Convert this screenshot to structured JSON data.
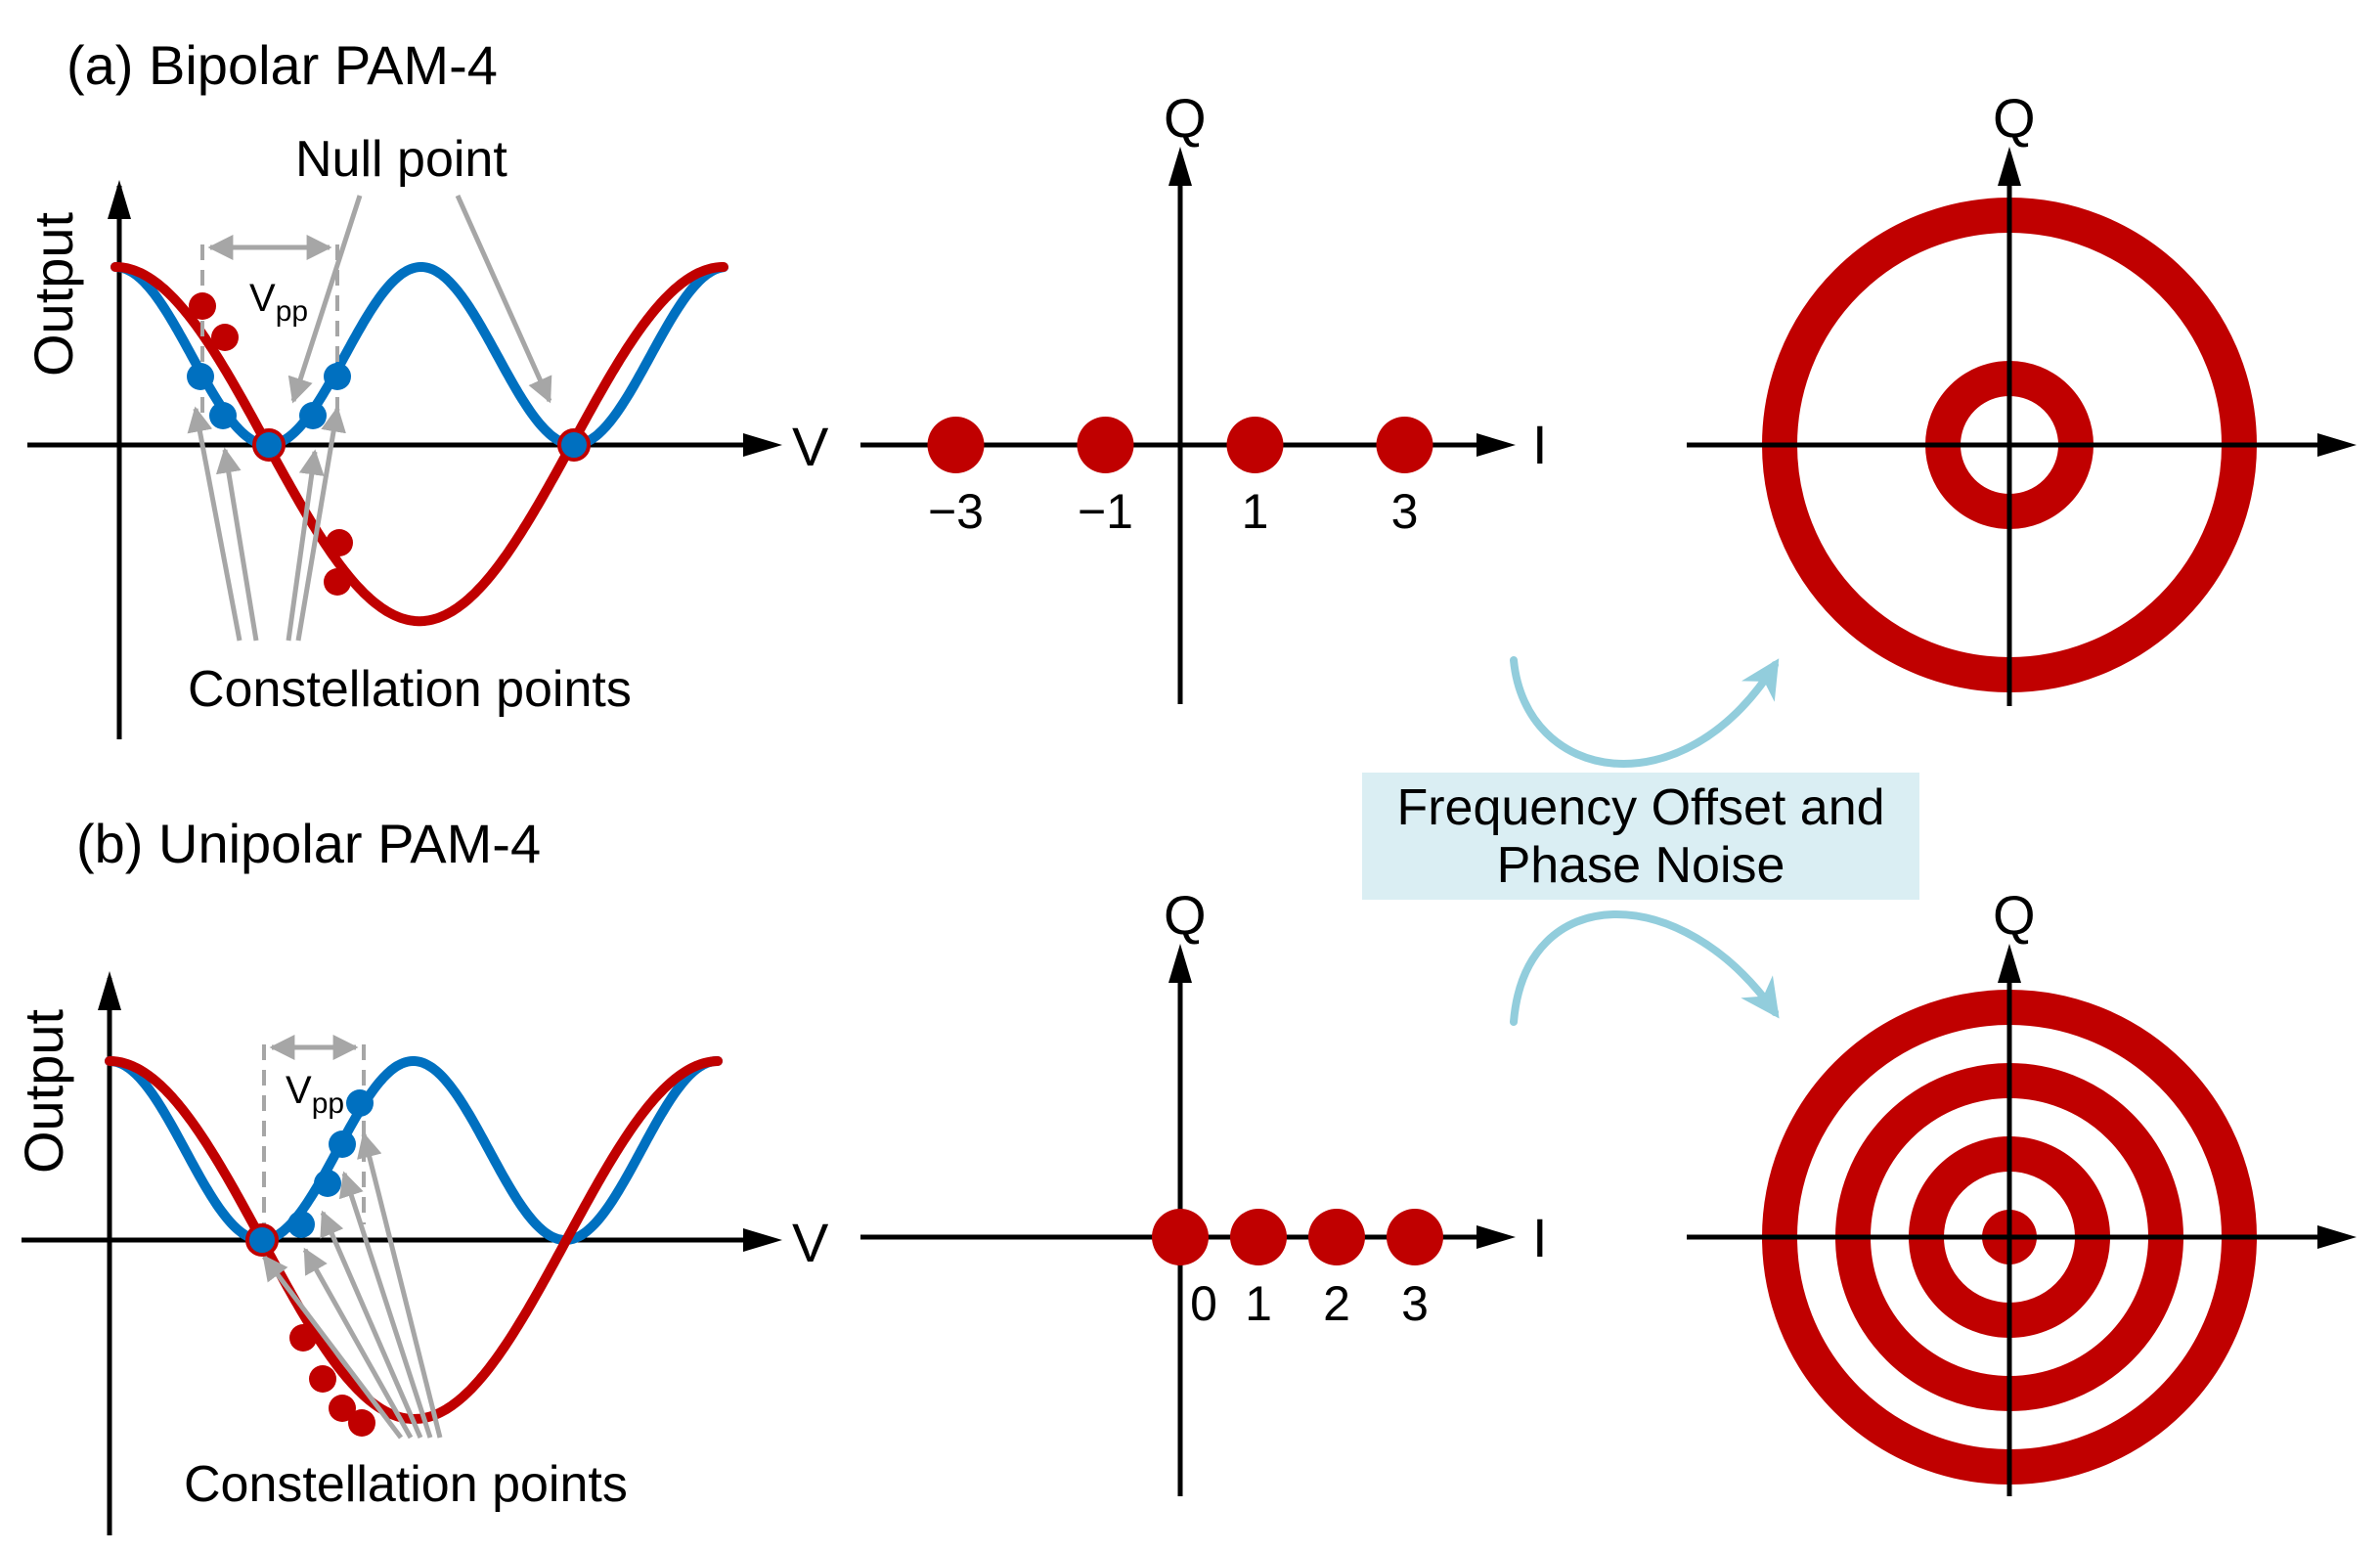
{
  "colors": {
    "red": "#C00000",
    "blue": "#0070C0",
    "gray_arrow": "#A6A6A6",
    "cyan_arrow": "#92CDDC",
    "banner_fill": "#DAEEF3",
    "axis": "#000000"
  },
  "panel_a": {
    "title": "(a) Bipolar PAM-4",
    "y_axis_label": "Output",
    "x_axis_label": "V",
    "null_point_label": "Null point",
    "vpp_main": "V",
    "vpp_sub": "pp",
    "constellation_label": "Constellation points",
    "constellation_1d": {
      "q_label": "Q",
      "i_label": "I",
      "ticks": [
        "−3",
        "−1",
        "1",
        "3"
      ],
      "levels": [
        -3,
        -1,
        1,
        3
      ]
    },
    "ring_diagram": {
      "q_label": "Q",
      "rings": 2
    }
  },
  "panel_b": {
    "title": "(b) Unipolar PAM-4",
    "y_axis_label": "Output",
    "x_axis_label": "V",
    "vpp_main": "V",
    "vpp_sub": "pp",
    "constellation_label": "Constellation points",
    "constellation_1d": {
      "q_label": "Q",
      "i_label": "I",
      "ticks": [
        "0",
        "1",
        "2",
        "3"
      ],
      "levels": [
        0,
        1,
        2,
        3
      ]
    },
    "ring_diagram": {
      "q_label": "Q",
      "rings": 3,
      "center_dot": true
    }
  },
  "transition": {
    "line1": "Frequency Offset and",
    "line2": "Phase Noise"
  }
}
